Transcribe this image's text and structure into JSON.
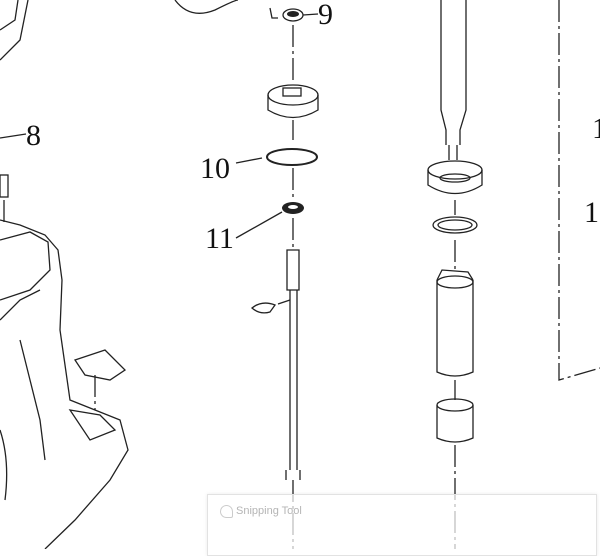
{
  "diagram": {
    "part_labels": [
      "8",
      "9",
      "10",
      "11"
    ],
    "partial_labels": [
      "1",
      "1"
    ]
  },
  "snipping_tool": {
    "title": "Snipping Tool",
    "icon": "snipping-tool-icon"
  }
}
